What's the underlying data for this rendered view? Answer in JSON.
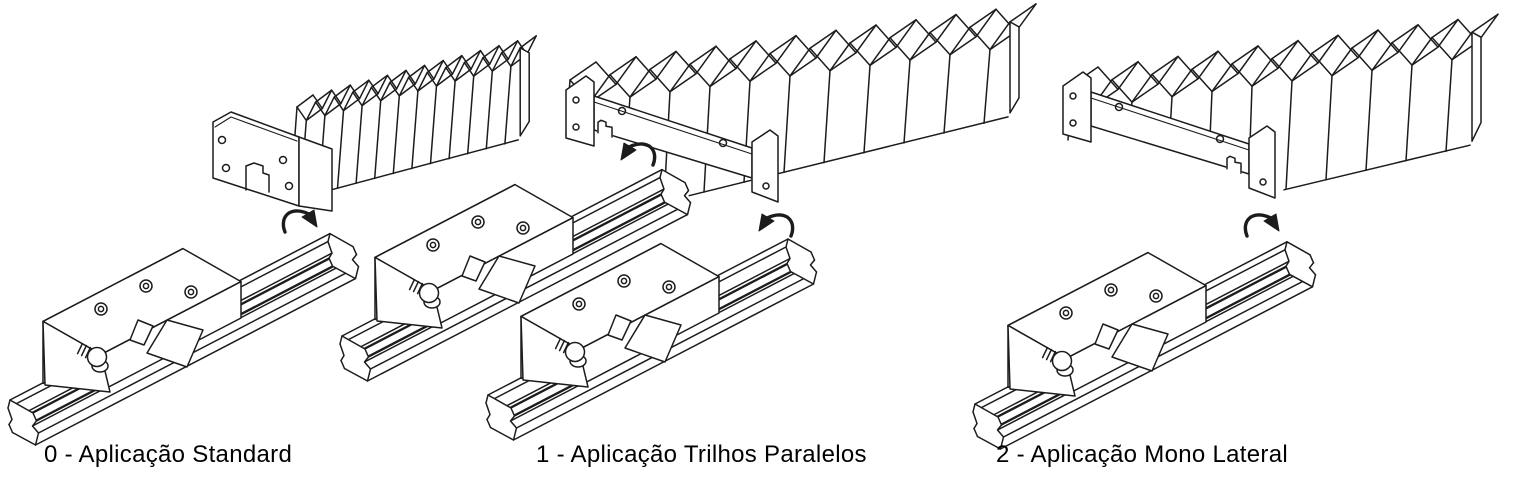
{
  "figure": {
    "background_color": "#ffffff",
    "line_color": "#1c1c1c",
    "text_color": "#000000",
    "sections": [
      {
        "index": "0",
        "caption": "0 - Aplicação Standard"
      },
      {
        "index": "1",
        "caption": "1 - Aplicação Trilhos Paralelos"
      },
      {
        "index": "2",
        "caption": "2 - Aplicação Mono Lateral"
      }
    ]
  }
}
